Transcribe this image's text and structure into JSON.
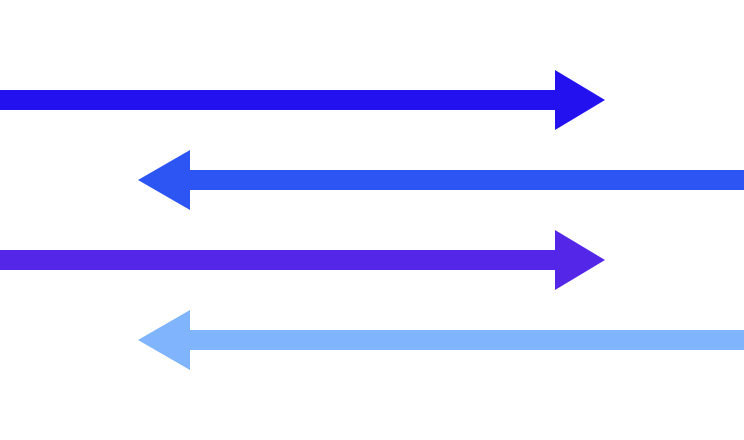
{
  "arrows": [
    {
      "direction": "right",
      "color": "#2311ef"
    },
    {
      "direction": "left",
      "color": "#2d55f3"
    },
    {
      "direction": "right",
      "color": "#5426e8"
    },
    {
      "direction": "left",
      "color": "#80b4fc"
    }
  ]
}
